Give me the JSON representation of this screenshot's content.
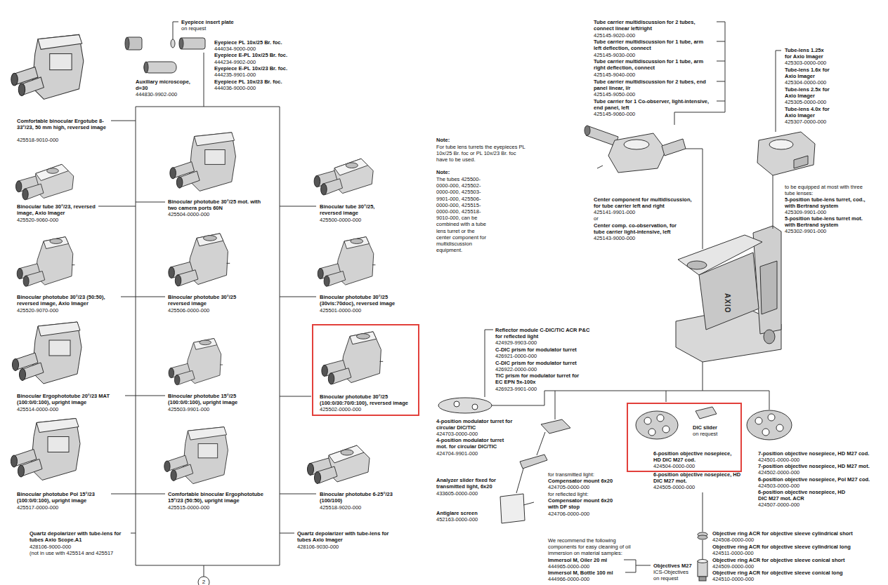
{
  "diagram": {
    "nodes": [
      {
        "text": [
          "Binocular phototube 30°/25 (100:0/30:70/0:100), reversed image",
          "425502-0000-000"
        ]
      },
      {
        "text": [
          "DIC slider",
          "on request",
          "6-position objective nosepiece, HD DIC M27 cod.",
          "424504-0000-000"
        ]
      }
    ],
    "labels": [
      "Eyepiece insert plate",
      "on request",
      "Eyepiece PL 10x/25 Br. foc.",
      "444034-9000-000",
      "Eyepiece E-PL 10x/25 Br. foc.",
      "444234-9902-000",
      "Eyepiece E-PL 10x/23 Br. foc.",
      "444235-9901-000",
      "Eyepiece PL 10x/23 Br. foc.",
      "444036-9000-000",
      "Auxiliary microscope, d=30",
      "444830-9902-000",
      "Comfortable binocular Ergotube 8-33°/23, 50 mm high, reversed image",
      "425518-9010-000",
      "Binocular tube 30°/23, reversed image, Axio Imager",
      "425520-9060-000",
      "Binocular phototube 30°/23 (50:50), reversed image, Axio Imager",
      "425520-9070-000",
      "Binocular Ergophototube 20°/23 MAT (100:0/0:100), upright image",
      "425514-0000-000",
      "Binocular phototube Pol 15°/23 (100:0/0:100), upright image",
      "425517-0000-000",
      "Quartz depolarizer with tube-lens for tubes Axio Scope.A1",
      "428106-9000-000",
      "(not in use with 425514 and 425517",
      "Binocular phototube 30°/25 mot. with two camera ports 60N",
      "425504-0000-000",
      "Binocular phototube 30°/25 reversed image",
      "425506-0000-000",
      "Binocular phototube 15°/25 (100:0/0:100), upright image",
      "425503-9901-000",
      "Comfortable binocular Ergophototube 15°/23 (50:50), upright image",
      "425515-0000-000",
      "Binocular tube 30°/25, reversed image",
      "425500-0000-000",
      "Binocular phototube 30°/25 (30vis:70doc), reversed image",
      "425501-0000-000",
      "Binocular phototube 6-25°/23 (100/100)",
      "425518-9020-000",
      "Quartz depolarizer with tube-lens for tubes Axio Imager",
      "428106-9030-000",
      "2",
      "Note:",
      "For tube lens turrets the eyepieces PL 10x/25 Br. foc or PL 10x/23 Br. foc have to be used.",
      "Note:",
      "The tubes 425500-0000-000, 425502-0000-000, 425503-9901-000, 425506-0000-000, 425515-0000-000, 425518-9010-000, can be combined with a tube lens turret or the center component for multidiscussion equipment.",
      "Tube carrier multidiscussion for 2 tubes, connect linear left/right",
      "425145-9020-000",
      "Tube carrier multidiscussion for 1 tube, arm left deflection, connect",
      "425145-9030-000",
      "Tube carrier multidiscussion for 1 tube, arm right deflection, connect",
      "425145-9040-000",
      "Tube carrier multidiscussion for 2 tubes, end panel linear, l/r",
      "425145-9050-000",
      "Tube carrier for 1 Co-observer, light-intensive, end panel, left",
      "425145-9060-000",
      "Tube-lens 1.25x for Axio Imager",
      "425303-0000-000",
      "Tube-lens 1.6x for Axio Imager",
      "425304-0000-000",
      "Tube-lens 2.5x for Axio Imager",
      "425305-0000-000",
      "Tube-lens 4.0x for Axio Imager",
      "425307-0000-000",
      "to be equipped at most with three tube lenses:",
      "5-position tube-lens turret, cod., with Bertrand system",
      "425309-9901-000",
      "5-position tube-lens turret mot. with Bertrand system",
      "425302-9901-000",
      "Center component for multidiscussion, for tube carrier left and right",
      "425141-9901-000",
      "or",
      "Center comp. co-observation, for tube carrier light-intensive, left",
      "425143-9000-000",
      "Reflector module C-DIC/TIC ACR P&C for reflected light",
      "424929-9903-000",
      "C-DIC prism for modulator turret",
      "426921-0000-000",
      "C-DIC prism for modulator turret",
      "426922-0000-000",
      "TIC prism for modulator turret for EC EPN 5x-100x",
      "426923-9901-000",
      "4-position modulator turret for circular DIC/TIC",
      "424703-0000-000",
      "4-position modulator turret mot. for circular DIC/TIC",
      "424704-9901-000",
      "for transmitted light:",
      "Compensator mount 6x20",
      "424705-0000-000",
      "for reflected light:",
      "Compensator mount 6x20 with DF stop",
      "424706-0000-000",
      "Analyzer slider fixed for transmitted light, 6x20",
      "433605-0000-000",
      "Antiglare screen",
      "452163-0000-000",
      "We recommend the following components for easy cleaning of oil immersion on material samples:",
      "Immersol M, Oiler 20 ml",
      "444965-0000-000",
      "Immersol M, Bottle 100 ml",
      "444966-0000-000",
      "Objectives M27",
      "ICS-Objectives",
      "on request",
      "Objective ring ACR for objective sleeve cylindrical short",
      "424508-0000-000",
      "Objective ring ACR for objective sleeve cylindrical long",
      "424511-0000-000",
      "Objective ring ACR for objective sleeve conical short",
      "424509-0000-000",
      "Objective ring ACR for objective sleeve conical long",
      "424510-0000-000",
      "6-position objective nosepiece, HD DIC M27 mot.",
      "424505-0000-000",
      "7-position objective nosepiece, HD M27 cod.",
      "424501-0000-000",
      "7-position objective nosepiece, HD M27 mot.",
      "424502-0000-000",
      "6-position objective nosepiece, Pol M27 cod.",
      "424503-0000-000",
      "6-position objective nosepiece, HD DIC M27 mot. ACR",
      "424507-0000-000",
      "AXIO"
    ]
  }
}
